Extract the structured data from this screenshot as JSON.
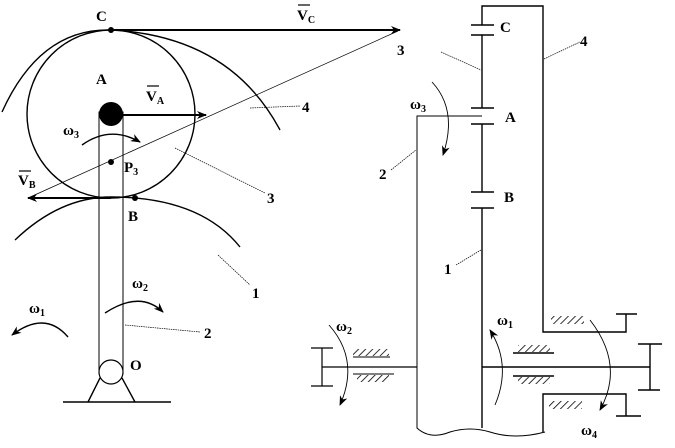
{
  "left_view": {
    "points": {
      "C": "C",
      "A": "A",
      "B": "B",
      "O": "O",
      "P": "P",
      "P_sub": "3"
    },
    "vectors": {
      "vc": "V",
      "vc_sub": "C",
      "va": "V",
      "va_sub": "A",
      "vb": "V",
      "vb_sub": "B"
    },
    "omegas": {
      "w1": "ω",
      "w1_sub": "1",
      "w2": "ω",
      "w2_sub": "2",
      "w3": "ω",
      "w3_sub": "3"
    },
    "parts": {
      "p1": "1",
      "p2": "2",
      "p3": "3",
      "p4": "4"
    }
  },
  "right_view": {
    "points": {
      "C": "C",
      "A": "A",
      "B": "B"
    },
    "omegas": {
      "w1": "ω",
      "w1_sub": "1",
      "w2": "ω",
      "w2_sub": "2",
      "w3": "ω",
      "w3_sub": "3",
      "w4": "ω",
      "w4_sub": "4"
    },
    "parts": {
      "p1": "1",
      "p2": "2",
      "p3": "3",
      "p4": "4"
    }
  }
}
